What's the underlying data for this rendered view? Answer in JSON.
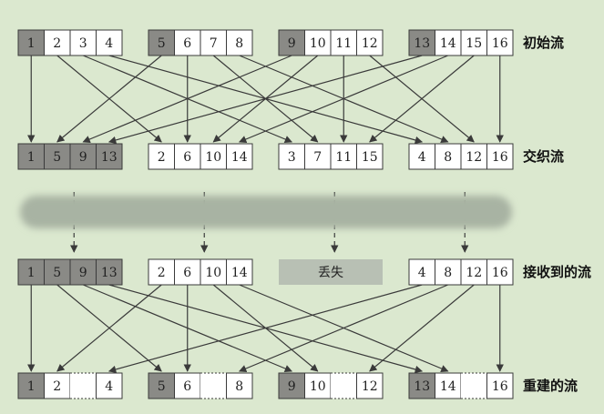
{
  "labels": {
    "initial": "初始流",
    "interleaved": "交织流",
    "received": "接收到的流",
    "rebuilt": "重建的流",
    "lost": "丢失"
  },
  "rows": {
    "initial": [
      [
        "1",
        "2",
        "3",
        "4"
      ],
      [
        "5",
        "6",
        "7",
        "8"
      ],
      [
        "9",
        "10",
        "11",
        "12"
      ],
      [
        "13",
        "14",
        "15",
        "16"
      ]
    ],
    "interleaved": [
      [
        "1",
        "5",
        "9",
        "13"
      ],
      [
        "2",
        "6",
        "10",
        "14"
      ],
      [
        "3",
        "7",
        "11",
        "15"
      ],
      [
        "4",
        "8",
        "12",
        "16"
      ]
    ],
    "received": [
      [
        "1",
        "5",
        "9",
        "13"
      ],
      [
        "2",
        "6",
        "10",
        "14"
      ],
      null,
      [
        "4",
        "8",
        "12",
        "16"
      ]
    ],
    "rebuilt": [
      [
        "1",
        "2",
        "",
        "4"
      ],
      [
        "5",
        "6",
        "",
        "8"
      ],
      [
        "9",
        "10",
        "",
        "12"
      ],
      [
        "13",
        "14",
        "",
        "16"
      ]
    ]
  },
  "colors": {
    "background": "#dbe8cf",
    "cell_fill": "#ffffff",
    "shaded_fill": "#8a8a86",
    "border": "#3a3a3a",
    "noise_band": "#a8b3a3",
    "lost_fill": "#b8c0b4"
  }
}
